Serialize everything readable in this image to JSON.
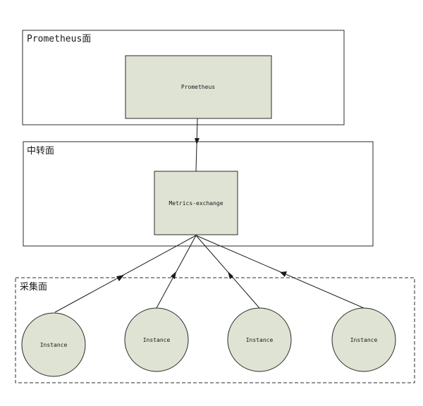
{
  "regions": {
    "prometheus_plane": "Prometheus面",
    "relay_plane": "中转面",
    "collection_plane": "采集面"
  },
  "nodes": {
    "prometheus": "Prometheus",
    "metrics_exchange": "Metrics-exchange",
    "instances": [
      "Instance",
      "Instance",
      "Instance",
      "Instance"
    ]
  },
  "colors": {
    "node_fill": "#dfe3d3",
    "stroke": "#2b2b2b",
    "background": "#ffffff"
  }
}
